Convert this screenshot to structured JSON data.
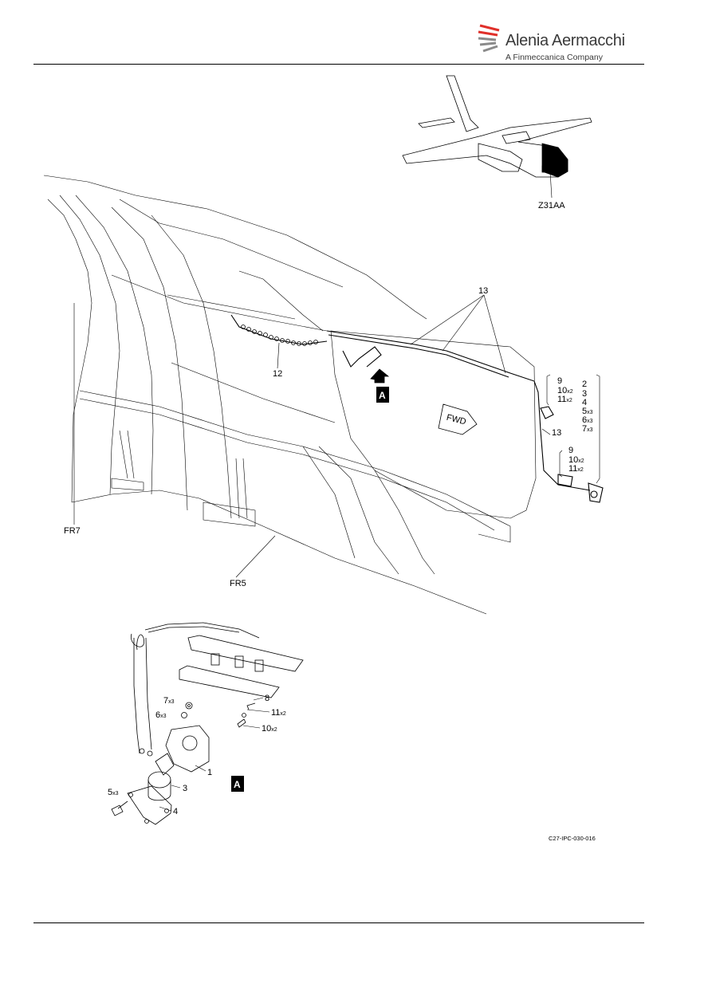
{
  "header": {
    "brand_name": "Alenia Aermacchi",
    "brand_tagline": "A Finmeccanica Company",
    "brand_colors": {
      "red": "#e0302a",
      "grey": "#8a8a8a",
      "text": "#3a3a3a"
    }
  },
  "locator": {
    "zone_label": "Z31AA"
  },
  "callouts": {
    "c13": "13",
    "c12": "12",
    "fr7": "FR7",
    "fr5": "FR5",
    "fwd": "FWD",
    "view_a": "A",
    "group_left_1": [
      "9",
      "10",
      "11"
    ],
    "group_left_1_qty": [
      "",
      "x2",
      "x2"
    ],
    "group_right": [
      "2",
      "3",
      "4",
      "5",
      "6",
      "7"
    ],
    "group_right_qty": [
      "",
      "",
      "",
      "x3",
      "x3",
      "x3"
    ],
    "group_left_2": [
      "9",
      "10",
      "11"
    ],
    "group_left_2_qty": [
      "",
      "x2",
      "x2"
    ],
    "c13b": "13"
  },
  "detail_a": {
    "title": "A",
    "items": [
      {
        "num": "7",
        "qty": "x3"
      },
      {
        "num": "6",
        "qty": "x3"
      },
      {
        "num": "8",
        "qty": ""
      },
      {
        "num": "11",
        "qty": "x2"
      },
      {
        "num": "10",
        "qty": "x2"
      },
      {
        "num": "1",
        "qty": ""
      },
      {
        "num": "3",
        "qty": ""
      },
      {
        "num": "5",
        "qty": "x3"
      },
      {
        "num": "4",
        "qty": ""
      }
    ]
  },
  "footer": {
    "doc_ref": "C27-IPC-030-016"
  }
}
